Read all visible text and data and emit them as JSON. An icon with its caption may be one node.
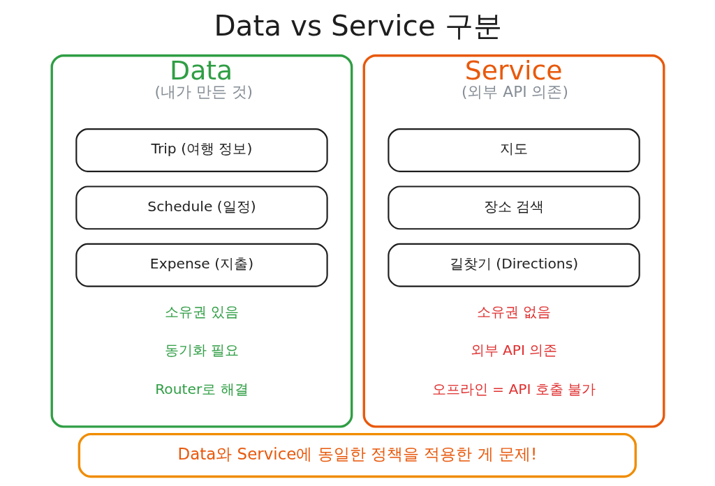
{
  "diagram": {
    "title": "Data vs Service 구분",
    "nodes": [
      {
        "text": [
          "Data",
          "(내가 만든 것)"
        ]
      },
      {
        "text": [
          "Trip (여행 정보)"
        ],
        "in": 0
      },
      {
        "text": [
          "Schedule (일정)"
        ],
        "in": 0
      },
      {
        "text": [
          "Expense (지출)"
        ],
        "in": 0
      },
      {
        "text": [
          "Service",
          "(외부 API 의존)"
        ]
      },
      {
        "text": [
          "지도"
        ],
        "in": 4
      },
      {
        "text": [
          "장소 검색"
        ],
        "in": 4
      },
      {
        "text": [
          "길찾기 (Directions)"
        ],
        "in": 4
      },
      {
        "text": [
          "Data와 Service에 동일한 정책을 적용한 게 문제!"
        ]
      }
    ],
    "labels": [
      "소유권 있음",
      "동기화 필요",
      "Router로 해결",
      "소유권 없음",
      "외부 API 의존",
      "오프라인 = API 호출 불가"
    ]
  }
}
